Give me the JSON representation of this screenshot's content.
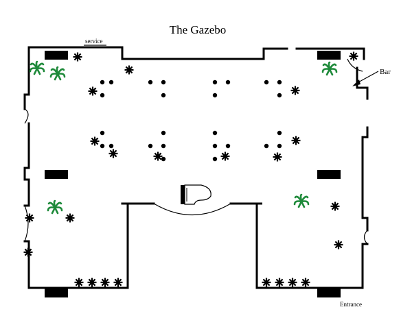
{
  "title": "The Gazebo",
  "labels": {
    "service": "service",
    "bar": "Bar",
    "entrance": "Entrance"
  },
  "colors": {
    "ink": "#000000",
    "plant": "#1e8a3a",
    "background": "#ffffff"
  },
  "icons": {
    "chair": "asterisk-chair-icon",
    "plant": "palm-plant-icon",
    "piano": "grand-piano-icon",
    "arrow": "arrow-icon"
  }
}
